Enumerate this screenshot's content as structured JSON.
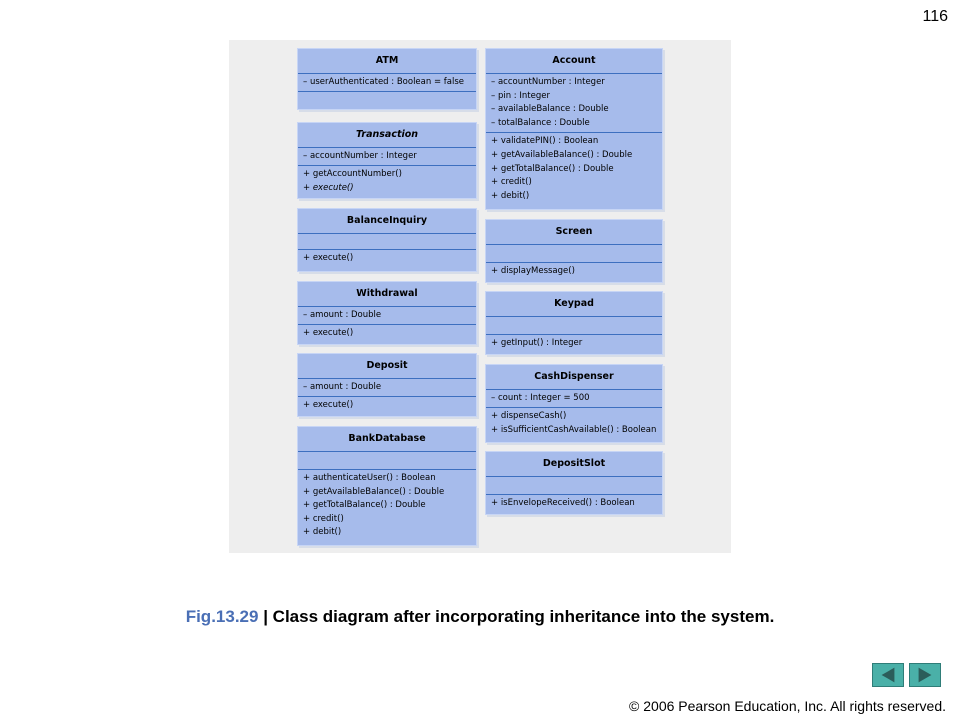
{
  "page_number": "116",
  "caption": {
    "label": "Fig.13.29",
    "separator": " | ",
    "text": "Class diagram after incorporating inheritance into the system."
  },
  "footer": {
    "copyright_symbol": "©",
    "text": " 2006 Pearson Education, Inc.  All rights reserved."
  },
  "nav": {
    "prev_icon": "left-triangle-icon",
    "next_icon": "right-triangle-icon",
    "button_color": "#4ab0a8"
  },
  "colors": {
    "class_fill": "#a6bbeb",
    "divider": "#3d6fbf",
    "panel": "#eeeeee"
  },
  "classes": {
    "atm": {
      "name": "ATM",
      "attributes": [
        "– userAuthenticated : Boolean = false"
      ],
      "operations": []
    },
    "transaction": {
      "name": "Transaction",
      "attributes": [
        "– accountNumber : Integer"
      ],
      "operations": [
        "+ getAccountNumber()",
        "+ execute()"
      ]
    },
    "balance_inquiry": {
      "name": "BalanceInquiry",
      "attributes": [],
      "operations": [
        "+ execute()"
      ]
    },
    "withdrawal": {
      "name": "Withdrawal",
      "attributes": [
        "– amount : Double"
      ],
      "operations": [
        "+ execute()"
      ]
    },
    "deposit": {
      "name": "Deposit",
      "attributes": [
        "– amount : Double"
      ],
      "operations": [
        "+ execute()"
      ]
    },
    "bank_database": {
      "name": "BankDatabase",
      "attributes": [],
      "operations": [
        "+ authenticateUser() : Boolean",
        "+ getAvailableBalance() : Double",
        "+ getTotalBalance() : Double",
        "+ credit()",
        "+ debit()"
      ]
    },
    "account": {
      "name": "Account",
      "attributes": [
        "– accountNumber : Integer",
        "– pin : Integer",
        "– availableBalance : Double",
        "– totalBalance : Double"
      ],
      "operations": [
        "+ validatePIN() : Boolean",
        "+ getAvailableBalance() : Double",
        "+ getTotalBalance() : Double",
        "+ credit()",
        "+ debit()"
      ]
    },
    "screen": {
      "name": "Screen",
      "attributes": [],
      "operations": [
        "+ displayMessage()"
      ]
    },
    "keypad": {
      "name": "Keypad",
      "attributes": [],
      "operations": [
        "+ getInput() : Integer"
      ]
    },
    "cash_dispenser": {
      "name": "CashDispenser",
      "attributes": [
        "– count : Integer = 500"
      ],
      "operations": [
        "+ dispenseCash()",
        "+ isSufficientCashAvailable() : Boolean"
      ]
    },
    "deposit_slot": {
      "name": "DepositSlot",
      "attributes": [],
      "operations": [
        "+ isEnvelopeReceived() : Boolean"
      ]
    }
  }
}
